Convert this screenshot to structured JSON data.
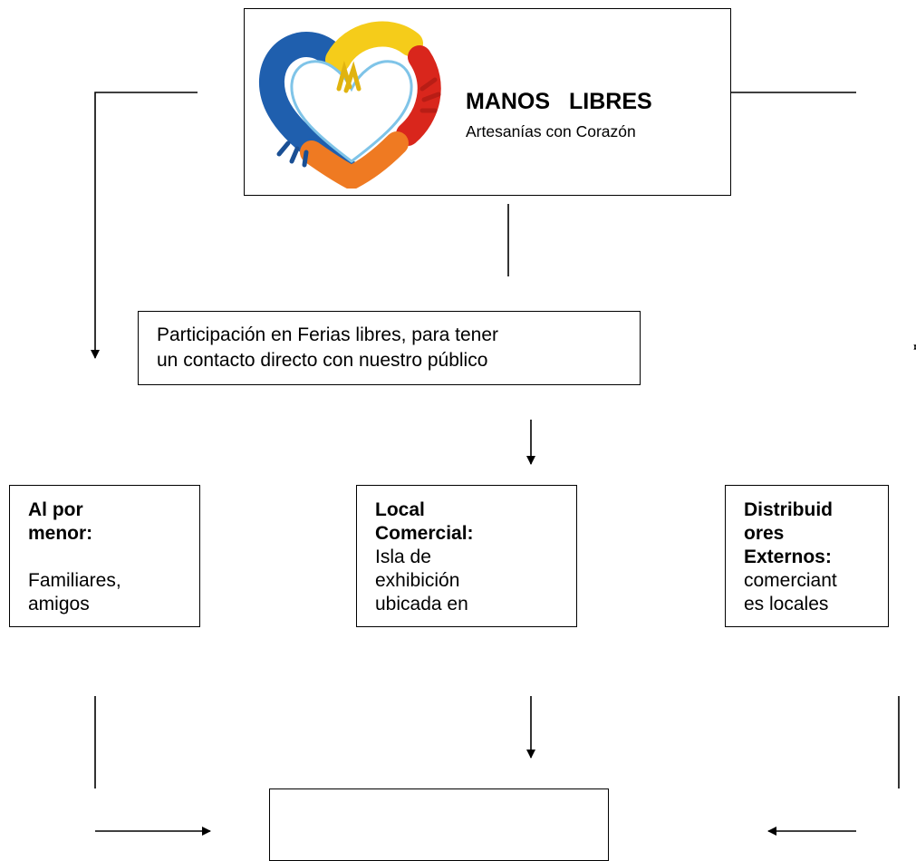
{
  "brand": {
    "name": "MANOS   LIBRES",
    "tagline": "Artesanías con Corazón",
    "logo_icon": "heart-hands-logo-icon",
    "logo_colors": {
      "blue": "#1f5fae",
      "yellow": "#f5cc1a",
      "red": "#d9261c",
      "orange": "#ef7a22"
    }
  },
  "fairs": {
    "text_line1": "Participación en Ferias libres,  para tener",
    "text_line2": "un contacto directo con nuestro público"
  },
  "channels": {
    "retail": {
      "title": "Al por\nmenor:",
      "text": "Familiares,\namigos"
    },
    "local": {
      "title": "Local\nComercial:",
      "text": "Isla de\nexhibición\nubicada en"
    },
    "distributors": {
      "title": "Distribuid\nores\nExternos:",
      "text": "comerciant\nes locales"
    }
  },
  "bottom_box": {
    "text": ""
  }
}
